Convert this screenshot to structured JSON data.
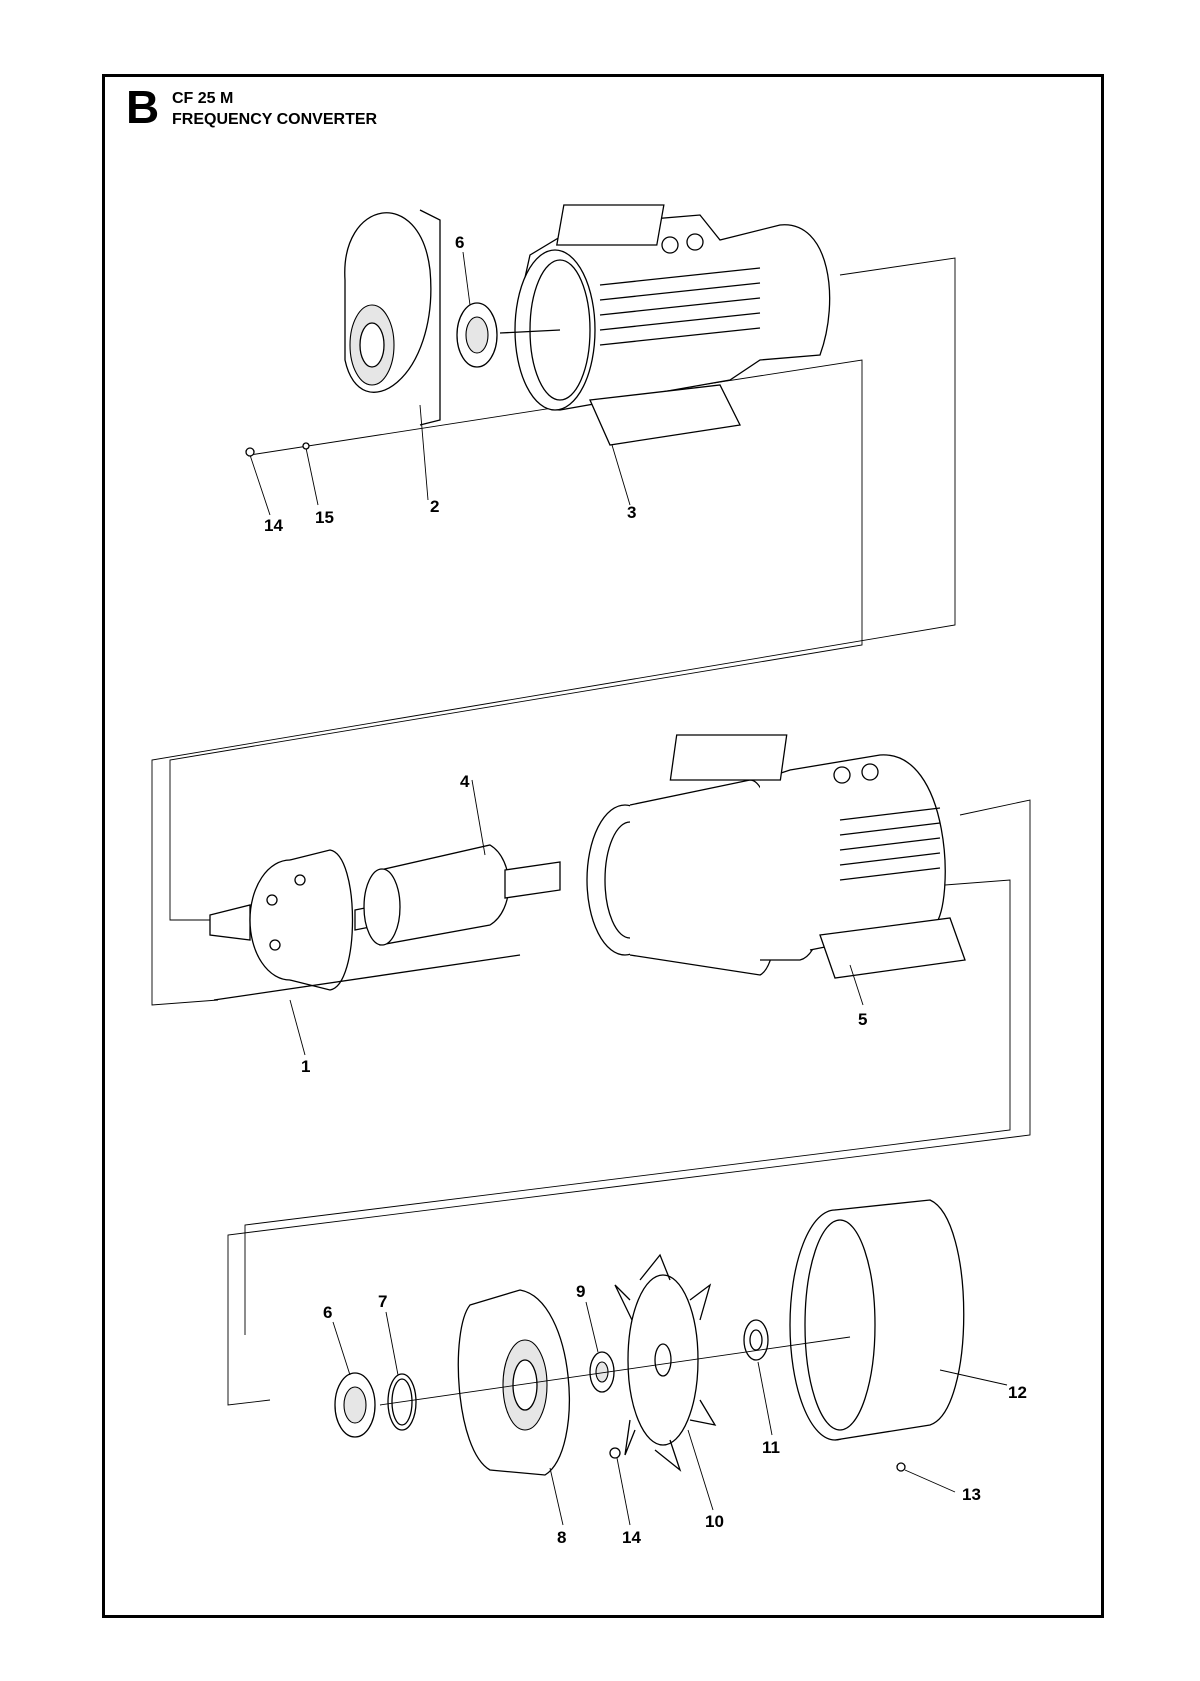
{
  "header": {
    "section_letter": "B",
    "model": "CF 25 M",
    "title": "FREQUENCY CONVERTER"
  },
  "callouts": [
    "6",
    "2",
    "3",
    "14",
    "15",
    "4",
    "1",
    "5",
    "6",
    "7",
    "9",
    "8",
    "14",
    "10",
    "11",
    "12",
    "13"
  ],
  "colors": {
    "ink": "#000000",
    "paper": "#ffffff"
  }
}
